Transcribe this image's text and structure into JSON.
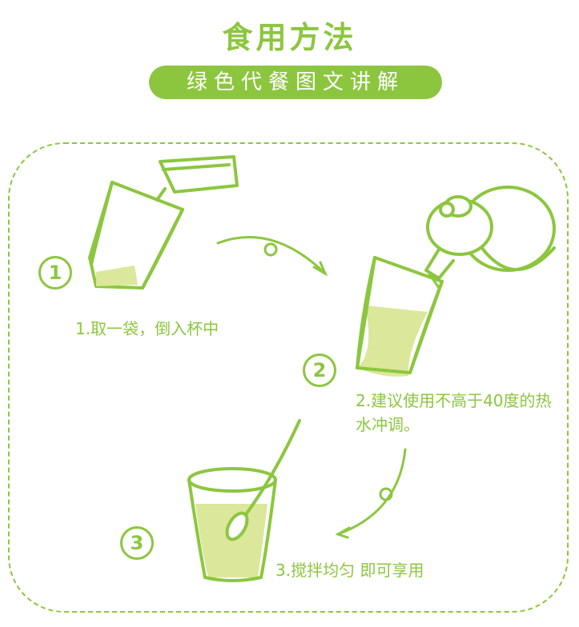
{
  "header": {
    "title": "食用方法",
    "subtitle": "绿色代餐图文讲解"
  },
  "steps": [
    {
      "number": "1",
      "text": "1.取一袋，倒入杯中"
    },
    {
      "number": "2",
      "text": "2.建议使用不高于40度的热水冲调。"
    },
    {
      "number": "3",
      "text": "3.搅拌均匀 即可享用"
    }
  ],
  "colors": {
    "accent": "#8cc63f",
    "drink": "#dbe79a"
  }
}
